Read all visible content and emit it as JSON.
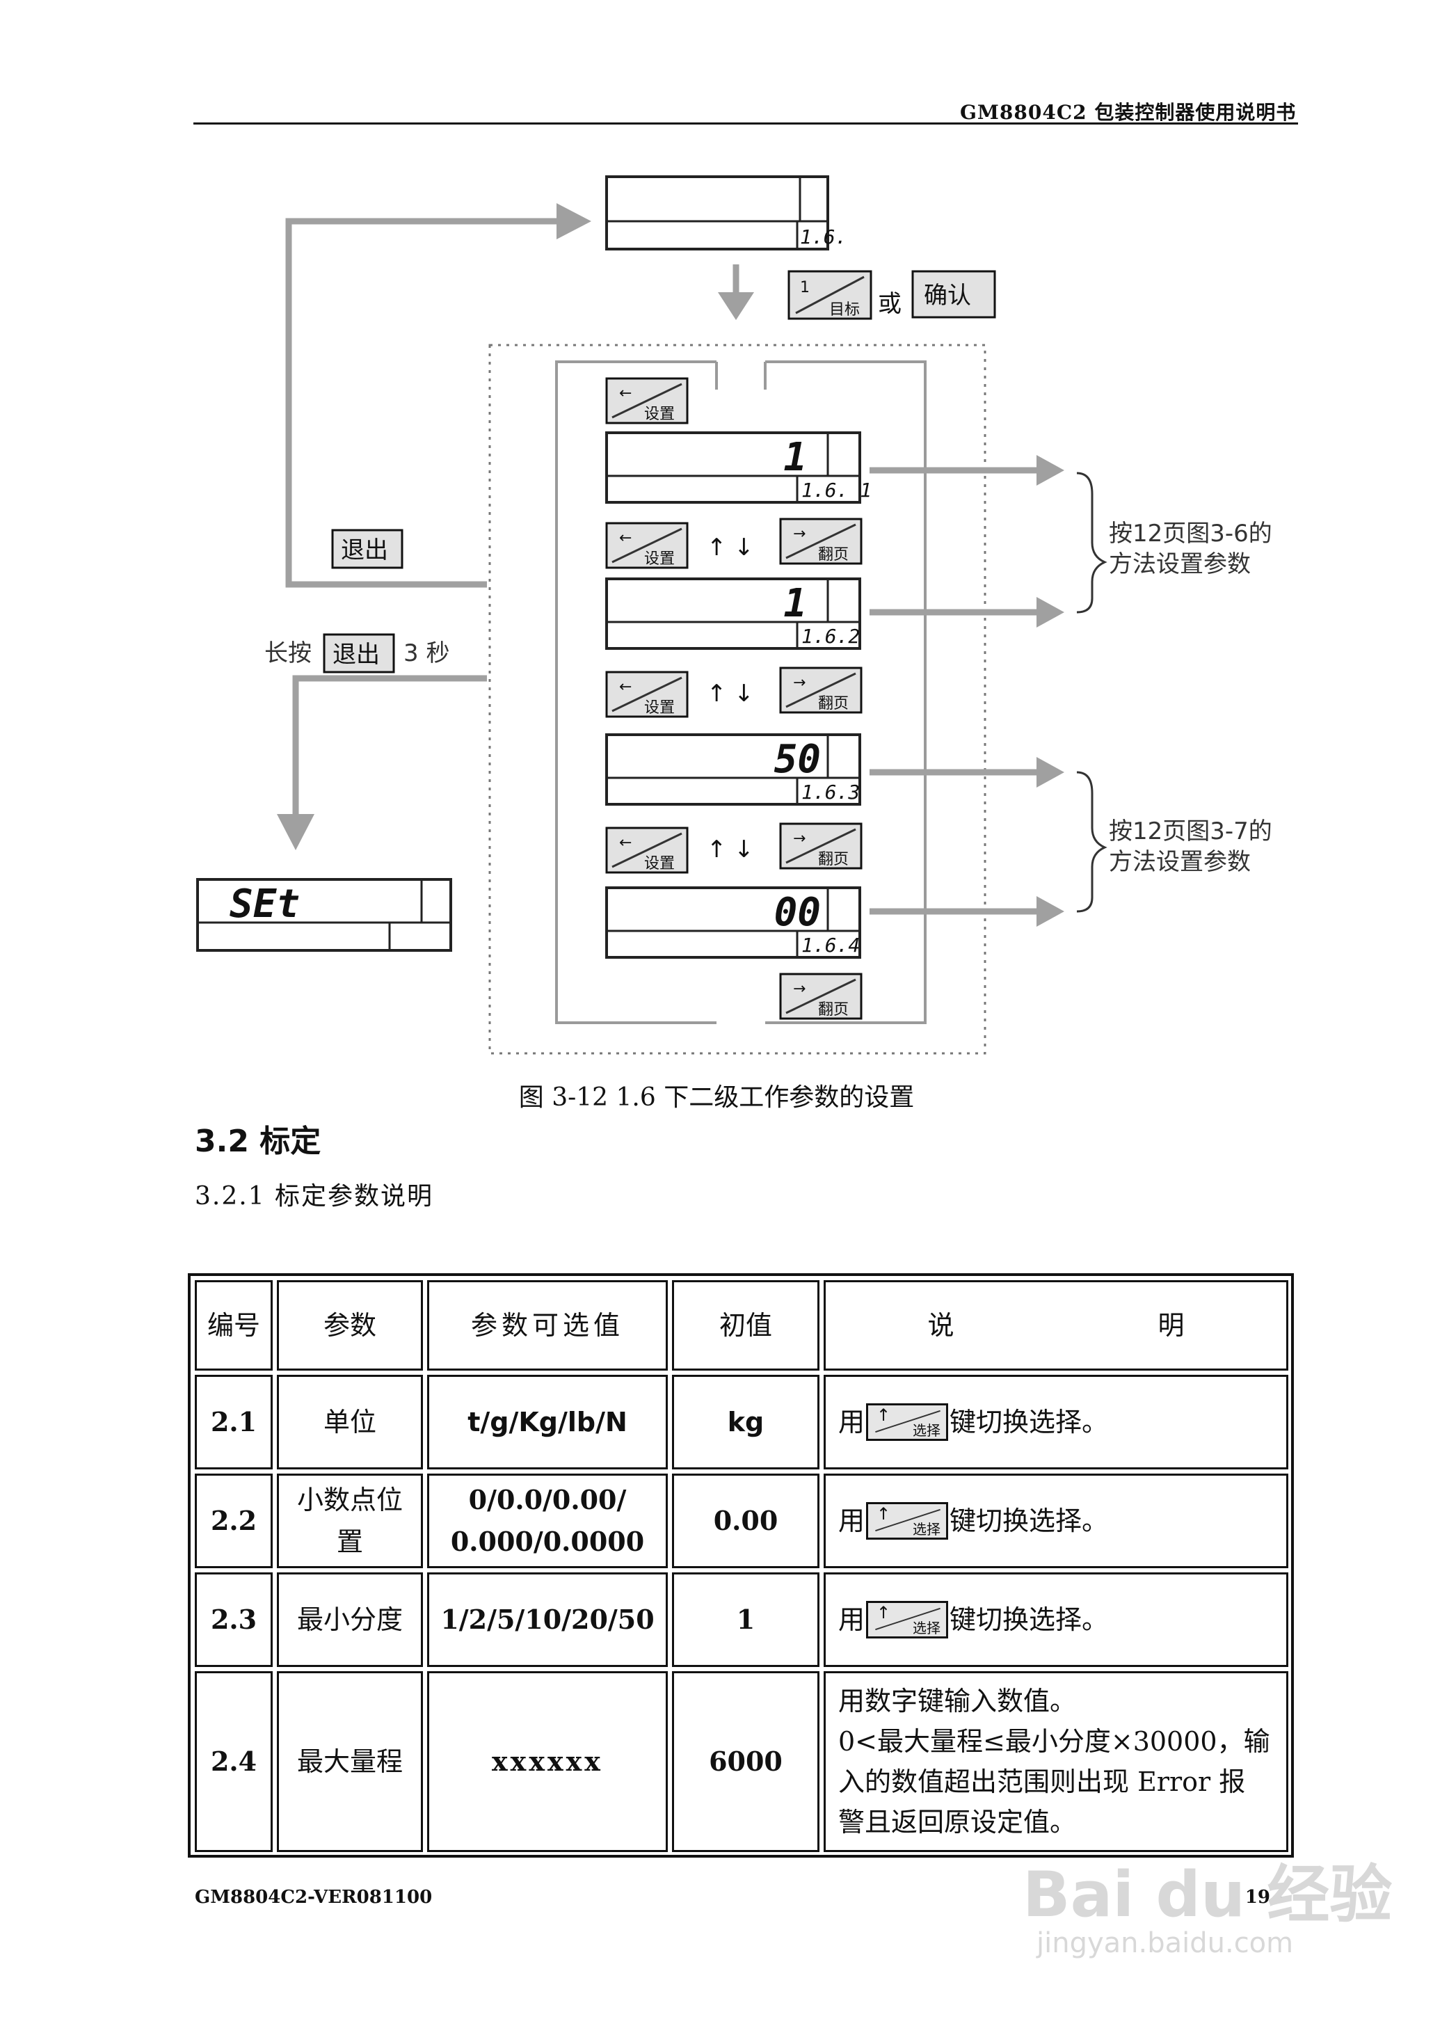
{
  "header": {
    "title": "GM8804C2 包装控制器使用说明书"
  },
  "diagram": {
    "top_display": {
      "code": "1.6."
    },
    "confirm_text": "或",
    "key_target": "目标",
    "key_target_num": "1",
    "key_confirm": "确认",
    "key_set": "设置",
    "key_page": "翻页",
    "key_exit": "退出",
    "long_press_prefix": "长按",
    "long_press_suffix": "3 秒",
    "displays": [
      {
        "value": "1",
        "code": "1.6. 1"
      },
      {
        "value": "1",
        "code": "1.6.2"
      },
      {
        "value": "50",
        "code": "1.6.3"
      },
      {
        "value": "00",
        "code": "1.6.4"
      }
    ],
    "set_display": {
      "value": "SEt"
    },
    "note1_line1": "按12页图3-6的",
    "note1_line2": "方法设置参数",
    "note2_line1": "按12页图3-7的",
    "note2_line2": "方法设置参数",
    "updown": "↑ ↓"
  },
  "caption": "图 3-12 1.6 下二级工作参数的设置",
  "section": {
    "title": "3.2 标定",
    "subtitle": "3.2.1 标定参数说明"
  },
  "table": {
    "headers": {
      "no": "编号",
      "param": "参数",
      "options": "参数可选值",
      "init": "初值",
      "desc_a": "说",
      "desc_b": "明"
    },
    "select_key_label": "选择",
    "rows": [
      {
        "no": "2.1",
        "param": "单位",
        "options": "t/g/Kg/lb/N",
        "init": "kg",
        "desc_pre": "用",
        "desc_post": "键切换选择。"
      },
      {
        "no": "2.2",
        "param": "小数点位置",
        "options": "0/0.0/0.00/ 0.000/0.0000",
        "init": "0.00",
        "desc_pre": "用",
        "desc_post": "键切换选择。"
      },
      {
        "no": "2.3",
        "param": "最小分度",
        "options": "1/2/5/10/20/50",
        "init": "1",
        "desc_pre": "用",
        "desc_post": "键切换选择。"
      },
      {
        "no": "2.4",
        "param": "最大量程",
        "options": "xxxxxx",
        "init": "6000",
        "desc_line1": "用数字键输入数值。",
        "desc_line2": "0<最大量程≤最小分度×30000，输",
        "desc_line3": "入的数值超出范围则出现 Error 报",
        "desc_line4": "警且返回原设定值。"
      }
    ]
  },
  "footer": {
    "left": "GM8804C2-VER081100",
    "right": "- 19 -"
  },
  "watermark": {
    "brand": "Bai du 经验",
    "url": "jingyan.baidu.com"
  }
}
